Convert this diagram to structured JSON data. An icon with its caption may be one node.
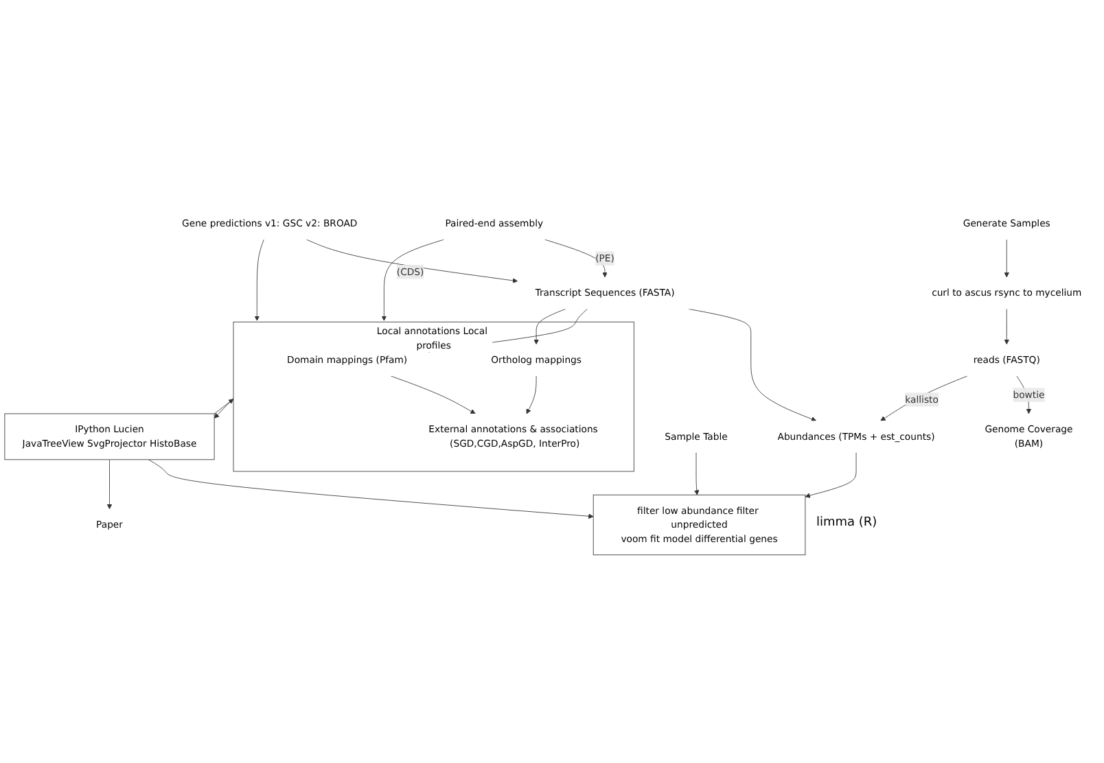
{
  "diagram": {
    "nodes": [
      {
        "text": [
          "Generate Samples"
        ]
      },
      {
        "text": [
          "curl to ascus rsync to mycelium"
        ]
      },
      {
        "text": [
          "reads (FASTQ)"
        ]
      },
      {
        "text": [
          "Genome Coverage",
          "(BAM)"
        ]
      },
      {
        "text": [
          "Paired-end assembly"
        ]
      },
      {
        "text": [
          "Transcript Sequences (FASTA)"
        ]
      },
      {
        "text": [
          "Gene predictions v1: GSC v2: BROAD"
        ]
      },
      {
        "text": [
          "Abundances (TPMs + est_counts)"
        ]
      },
      {
        "text": [
          "Sample Table"
        ]
      },
      {
        "text": [
          "filter low abundance filter unpredicted",
          "voom fit model differential genes"
        ],
        "beside": [
          "limma (R)"
        ]
      },
      {
        "text": [
          "Local annotations Local profiles"
        ]
      },
      {
        "text": [
          "Domain mappings (Pfam)"
        ],
        "in": 10
      },
      {
        "text": [
          "Ortholog mappings"
        ],
        "in": 10
      },
      {
        "text": [
          "External annotations & associations (SGD,CGD,AspGD, InterPro)"
        ],
        "in": 10
      },
      {
        "text": [
          "IPython Lucien",
          "JavaTreeView SvgProjector HistoBase"
        ]
      },
      {
        "text": [
          "Paper"
        ]
      }
    ],
    "edges": [
      {
        "from": 0,
        "to": 1,
        "arrow": "to"
      },
      {
        "from": 1,
        "to": 2,
        "arrow": "to"
      },
      {
        "from": 2,
        "to": 3,
        "arrow": "to",
        "label": "bowtie"
      },
      {
        "from": 2,
        "to": 7,
        "arrow": "to",
        "label": "kallisto"
      },
      {
        "from": 5,
        "to": 7,
        "arrow": "to"
      },
      {
        "from": 4,
        "to": 5,
        "arrow": "to",
        "label": "(PE)"
      },
      {
        "from": 6,
        "to": 5,
        "arrow": "to",
        "label": "(CDS)"
      },
      {
        "from": 4,
        "to": 10,
        "arrow": "to"
      },
      {
        "from": 6,
        "to": 10,
        "arrow": "to"
      },
      {
        "from": 7,
        "to": 9,
        "arrow": "to"
      },
      {
        "from": 8,
        "to": 9,
        "arrow": "to"
      },
      {
        "from": 5,
        "to": 11,
        "arrow": "to"
      },
      {
        "from": 5,
        "to": 12,
        "arrow": "to"
      },
      {
        "from": 11,
        "to": 13,
        "arrow": "to"
      },
      {
        "from": 12,
        "to": 13,
        "arrow": "to"
      },
      {
        "from": 10,
        "to": 14,
        "arrow": "to"
      },
      {
        "from": 14,
        "to": 10,
        "arrow": "to"
      },
      {
        "from": 14,
        "to": 9,
        "arrow": "to"
      },
      {
        "from": 14,
        "to": 15,
        "arrow": "to"
      }
    ]
  }
}
